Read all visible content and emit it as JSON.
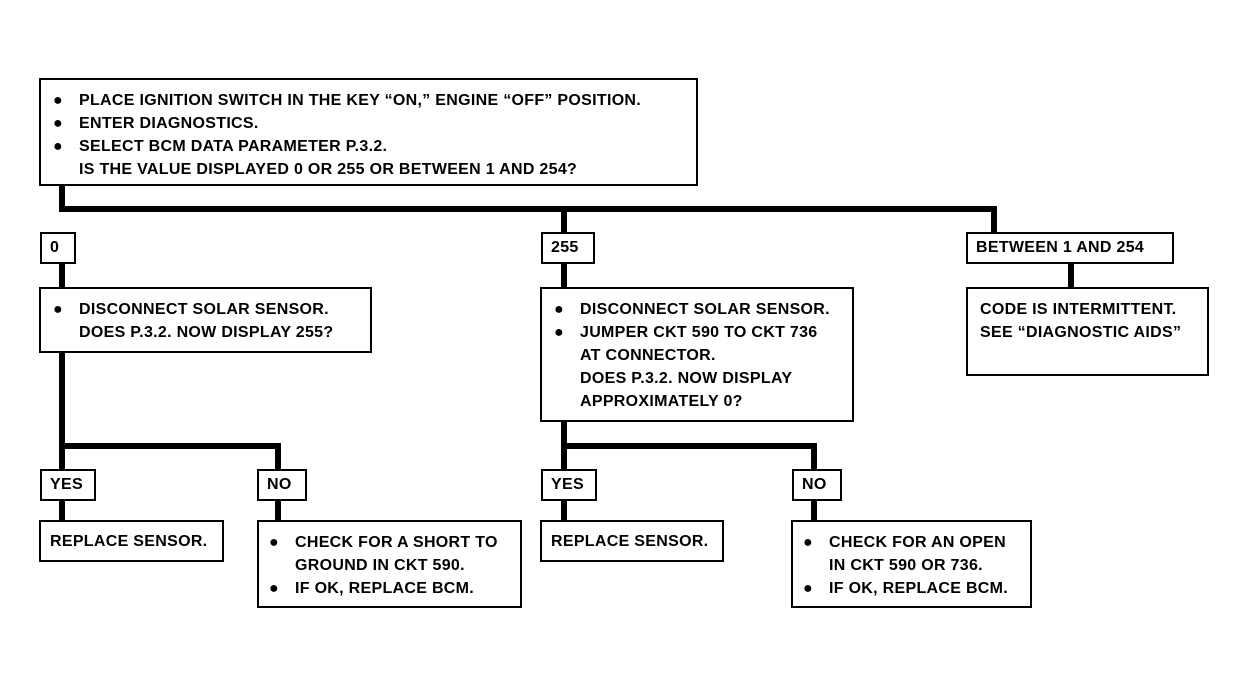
{
  "start": {
    "bullets": [
      "PLACE IGNITION SWITCH IN THE KEY “ON,” ENGINE “OFF” POSITION.",
      "ENTER DIAGNOSTICS.",
      "SELECT BCM DATA PARAMETER P.3.2."
    ],
    "question": "IS THE VALUE DISPLAYED 0 OR 255 OR BETWEEN 1 AND 254?"
  },
  "branches": {
    "zero": "0",
    "b255": "255",
    "between": "BETWEEN 1 AND 254"
  },
  "zero_step": {
    "bullet": "DISCONNECT SOLAR SENSOR.",
    "question": "DOES P.3.2. NOW DISPLAY 255?"
  },
  "b255_step": {
    "bullets": [
      "DISCONNECT SOLAR SENSOR.",
      "JUMPER CKT 590 TO CKT 736"
    ],
    "cont": "AT CONNECTOR.",
    "question_lines": [
      "DOES P.3.2. NOW DISPLAY",
      "APPROXIMATELY 0?"
    ]
  },
  "between_step": {
    "lines": [
      "CODE IS INTERMITTENT.",
      "SEE “DIAGNOSTIC AIDS”"
    ]
  },
  "answers": {
    "yes": "YES",
    "no": "NO"
  },
  "zero_yes": "REPLACE SENSOR.",
  "zero_no": {
    "bullet1": "CHECK FOR A SHORT TO",
    "bullet1_cont": "GROUND IN CKT 590.",
    "bullet2": "IF OK, REPLACE BCM."
  },
  "b255_yes": "REPLACE SENSOR.",
  "b255_no": {
    "bullet1": "CHECK FOR AN OPEN",
    "bullet1_cont": "IN CKT 590 OR 736.",
    "bullet2": "IF OK, REPLACE BCM."
  }
}
